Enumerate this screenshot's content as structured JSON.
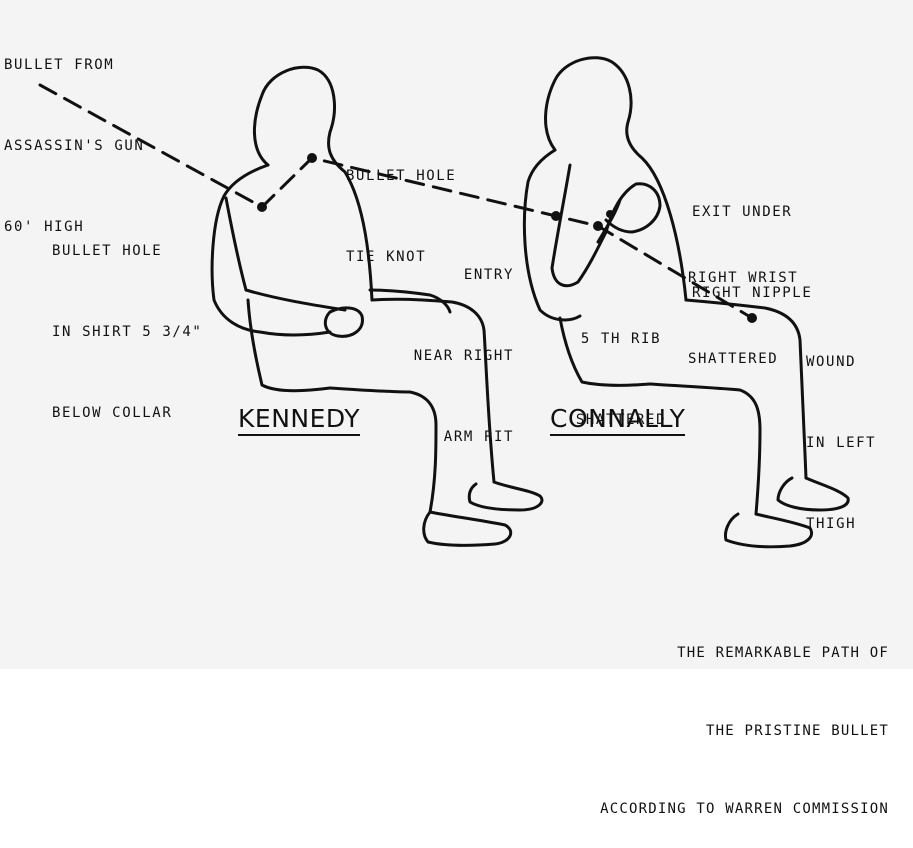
{
  "labels": {
    "bullet_from": [
      "BULLET FROM",
      "ASSASSIN'S GUN",
      "60' HIGH"
    ],
    "bullet_hole_tie": [
      "BULLET HOLE",
      "TIE KNOT"
    ],
    "bullet_hole_shirt": [
      "BULLET HOLE",
      "IN SHIRT 5 3/4\"",
      "BELOW COLLAR"
    ],
    "entry": [
      "ENTRY",
      "NEAR RIGHT",
      "ARM PIT"
    ],
    "fifth_rib": [
      "5 TH RIB",
      "SHATTERED"
    ],
    "exit": [
      "EXIT UNDER",
      "RIGHT NIPPLE"
    ],
    "wrist": [
      "RIGHT WRIST",
      "SHATTERED"
    ],
    "thigh": [
      "WOUND",
      "IN LEFT",
      "THIGH"
    ]
  },
  "figures": {
    "kennedy": "KENNEDY",
    "connally": "CONNALLY"
  },
  "caption": [
    "THE REMARKABLE PATH OF",
    "THE PRISTINE BULLET",
    "ACCORDING TO WARREN COMMISSION"
  ],
  "colors": {
    "ink": "#111111",
    "paper": "#f4f4f4"
  }
}
